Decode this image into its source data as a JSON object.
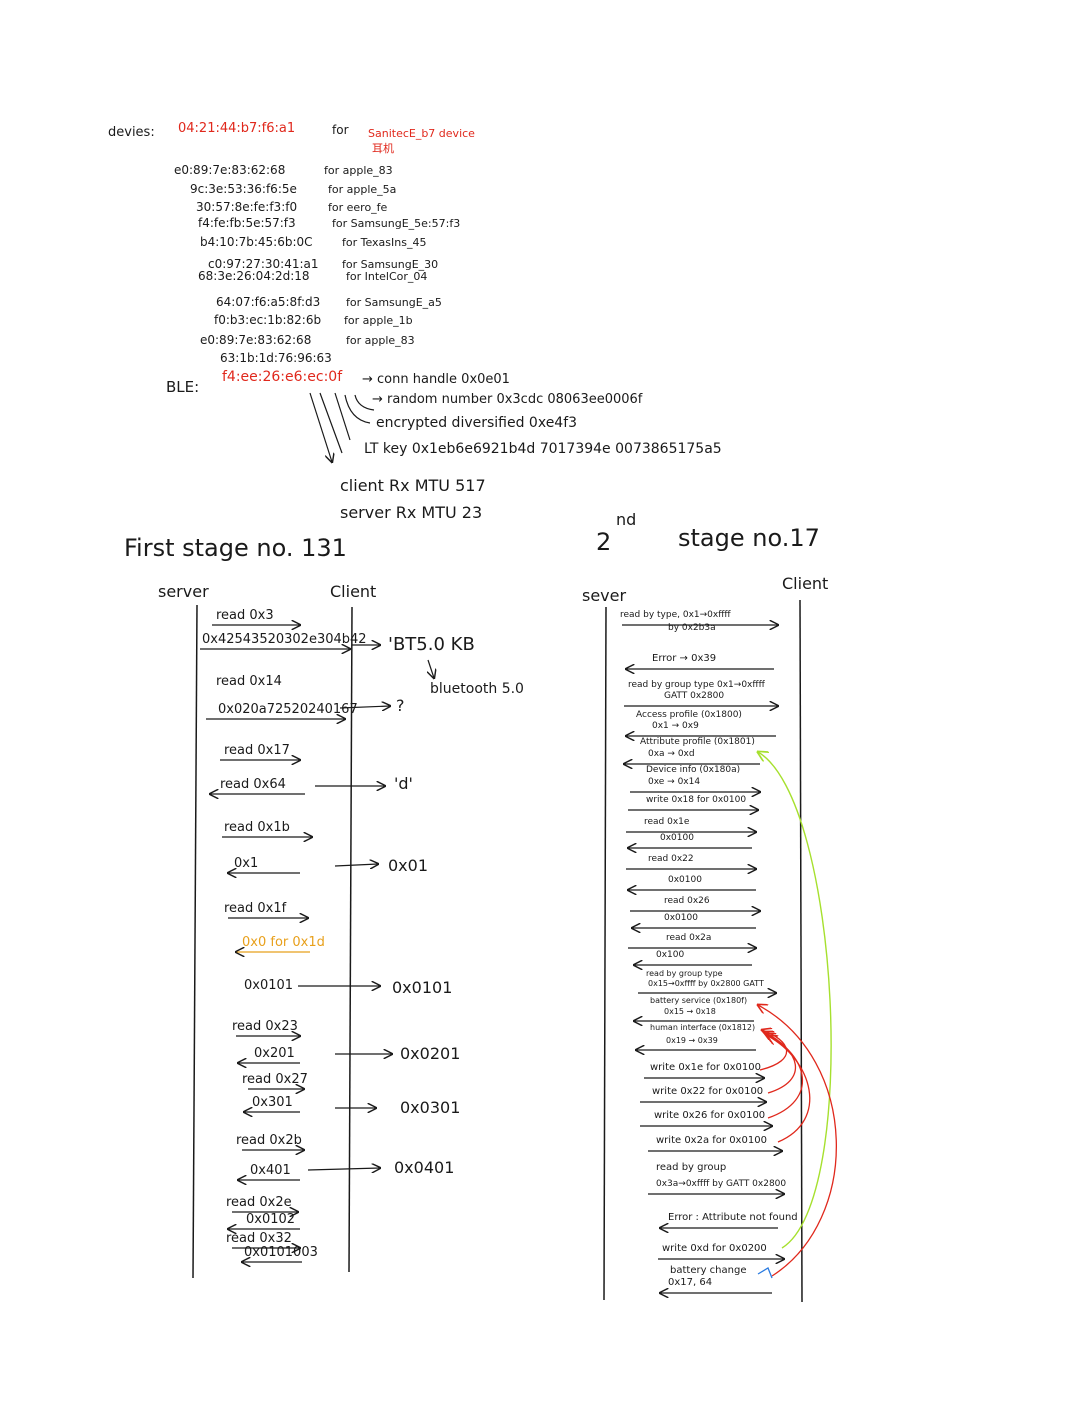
{
  "header": {
    "devices_label": "devies:",
    "target_mac": "04:21:44:b7:f6:a1",
    "target_for": "for",
    "target_name": "SanitecE_b7 device",
    "target_note": "耳机"
  },
  "devices": [
    {
      "mac": "e0:89:7e:83:62:68",
      "label": "for apple_83"
    },
    {
      "mac": "9c:3e:53:36:f6:5e",
      "label": "for apple_5a"
    },
    {
      "mac": "30:57:8e:fe:f3:f0",
      "label": "for eero_fe"
    },
    {
      "mac": "f4:fe:fb:5e:57:f3",
      "label": "for SamsungE_5e:57:f3"
    },
    {
      "mac": "b4:10:7b:45:6b:0C",
      "label": "for TexasIns_45"
    },
    {
      "mac": "c0:97:27:30:41:a1",
      "label": "for SamsungE_30"
    },
    {
      "mac": "68:3e:26:04:2d:18",
      "label": "for IntelCor_04"
    },
    {
      "mac": "64:07:f6:a5:8f:d3",
      "label": "for SamsungE_a5"
    },
    {
      "mac": "f0:b3:ec:1b:82:6b",
      "label": "for apple_1b"
    },
    {
      "mac": "e0:89:7e:83:62:68",
      "label": "for apple_83"
    },
    {
      "mac": "63:1b:1d:76:96:63",
      "label": ""
    }
  ],
  "ble": {
    "label": "BLE:",
    "mac": "f4:ee:26:e6:ec:0f",
    "details": [
      "→ conn handle 0x0e01",
      "→ random number 0x3cdc 08063ee0006f",
      "encrypted diversified 0xe4f3",
      "LT key 0x1eb6e6921b4d 7017394e 0073865175a5"
    ],
    "client_mtu": "client Rx MTU 517",
    "server_mtu": "server Rx MTU 23"
  },
  "stage1": {
    "title": "First stage no. 131",
    "server": "server",
    "client": "Client",
    "rows": [
      {
        "text": "read 0x3"
      },
      {
        "text": "0x42543520302e304b42"
      },
      {
        "text": "read 0x14"
      },
      {
        "text": "0x020a72520240167"
      },
      {
        "text": "read 0x17"
      },
      {
        "text": "read 0x64"
      },
      {
        "text": "read 0x1b"
      },
      {
        "text": "0x1"
      },
      {
        "text": "read 0x1f"
      },
      {
        "text": "0x0 for 0x1d"
      },
      {
        "text": "0x0101"
      },
      {
        "text": "read 0x23"
      },
      {
        "text": "0x201"
      },
      {
        "text": "read 0x27"
      },
      {
        "text": "0x301"
      },
      {
        "text": "read 0x2b"
      },
      {
        "text": "0x401"
      },
      {
        "text": "read 0x2e"
      },
      {
        "text": "0x0102"
      },
      {
        "text": "read 0x32"
      },
      {
        "text": "0x0101003"
      }
    ],
    "decoded": [
      "'BT5.0 KB",
      "bluetooth 5.0",
      "?",
      "'d'",
      "0x01",
      "0x0101",
      "0x0201",
      "0x0301",
      "0x0401"
    ]
  },
  "stage2": {
    "title_num": "2",
    "title_sup": "nd",
    "title_rest": "stage no.17",
    "server": "sever",
    "client": "Client",
    "rows": [
      {
        "text": "read by type, 0x1→0xffff"
      },
      {
        "text": "by 0x2b3a"
      },
      {
        "text": "Error → 0x39"
      },
      {
        "text": "read by group type 0x1→0xffff"
      },
      {
        "text": "GATT 0x2800"
      },
      {
        "text": "Access profile (0x1800)"
      },
      {
        "text": "0x1 → 0x9"
      },
      {
        "text": "Attribute profile (0x1801)"
      },
      {
        "text": "0xa → 0xd"
      },
      {
        "text": "Device info (0x180a)"
      },
      {
        "text": "0xe → 0x14"
      },
      {
        "text": "write 0x18 for 0x0100"
      },
      {
        "text": "read 0x1e"
      },
      {
        "text": "0x0100"
      },
      {
        "text": "read 0x22"
      },
      {
        "text": "0x0100"
      },
      {
        "text": "read 0x26"
      },
      {
        "text": "0x0100"
      },
      {
        "text": "read 0x2a"
      },
      {
        "text": "0x100"
      },
      {
        "text": "read by group type"
      },
      {
        "text": "0x15→0xffff by 0x2800 GATT"
      },
      {
        "text": "battery service (0x180f)"
      },
      {
        "text": "0x15 → 0x18"
      },
      {
        "text": "human interface (0x1812)"
      },
      {
        "text": "0x19 → 0x39"
      },
      {
        "text": "write 0x1e for 0x0100"
      },
      {
        "text": "write 0x22 for 0x0100"
      },
      {
        "text": "write 0x26 for 0x0100"
      },
      {
        "text": "write 0x2a for 0x0100"
      },
      {
        "text": "read by group"
      },
      {
        "text": "0x3a→0xffff by GATT 0x2800"
      },
      {
        "text": "Error : Attribute not found"
      },
      {
        "text": "write 0xd for 0x0200"
      },
      {
        "text": "battery change"
      },
      {
        "text": "0x17, 64"
      }
    ]
  },
  "colors": {
    "ink": "#1a1a1a",
    "red": "#e0281c",
    "orange": "#e8a01c",
    "green": "#a6e02e",
    "blue": "#2a7be0"
  }
}
